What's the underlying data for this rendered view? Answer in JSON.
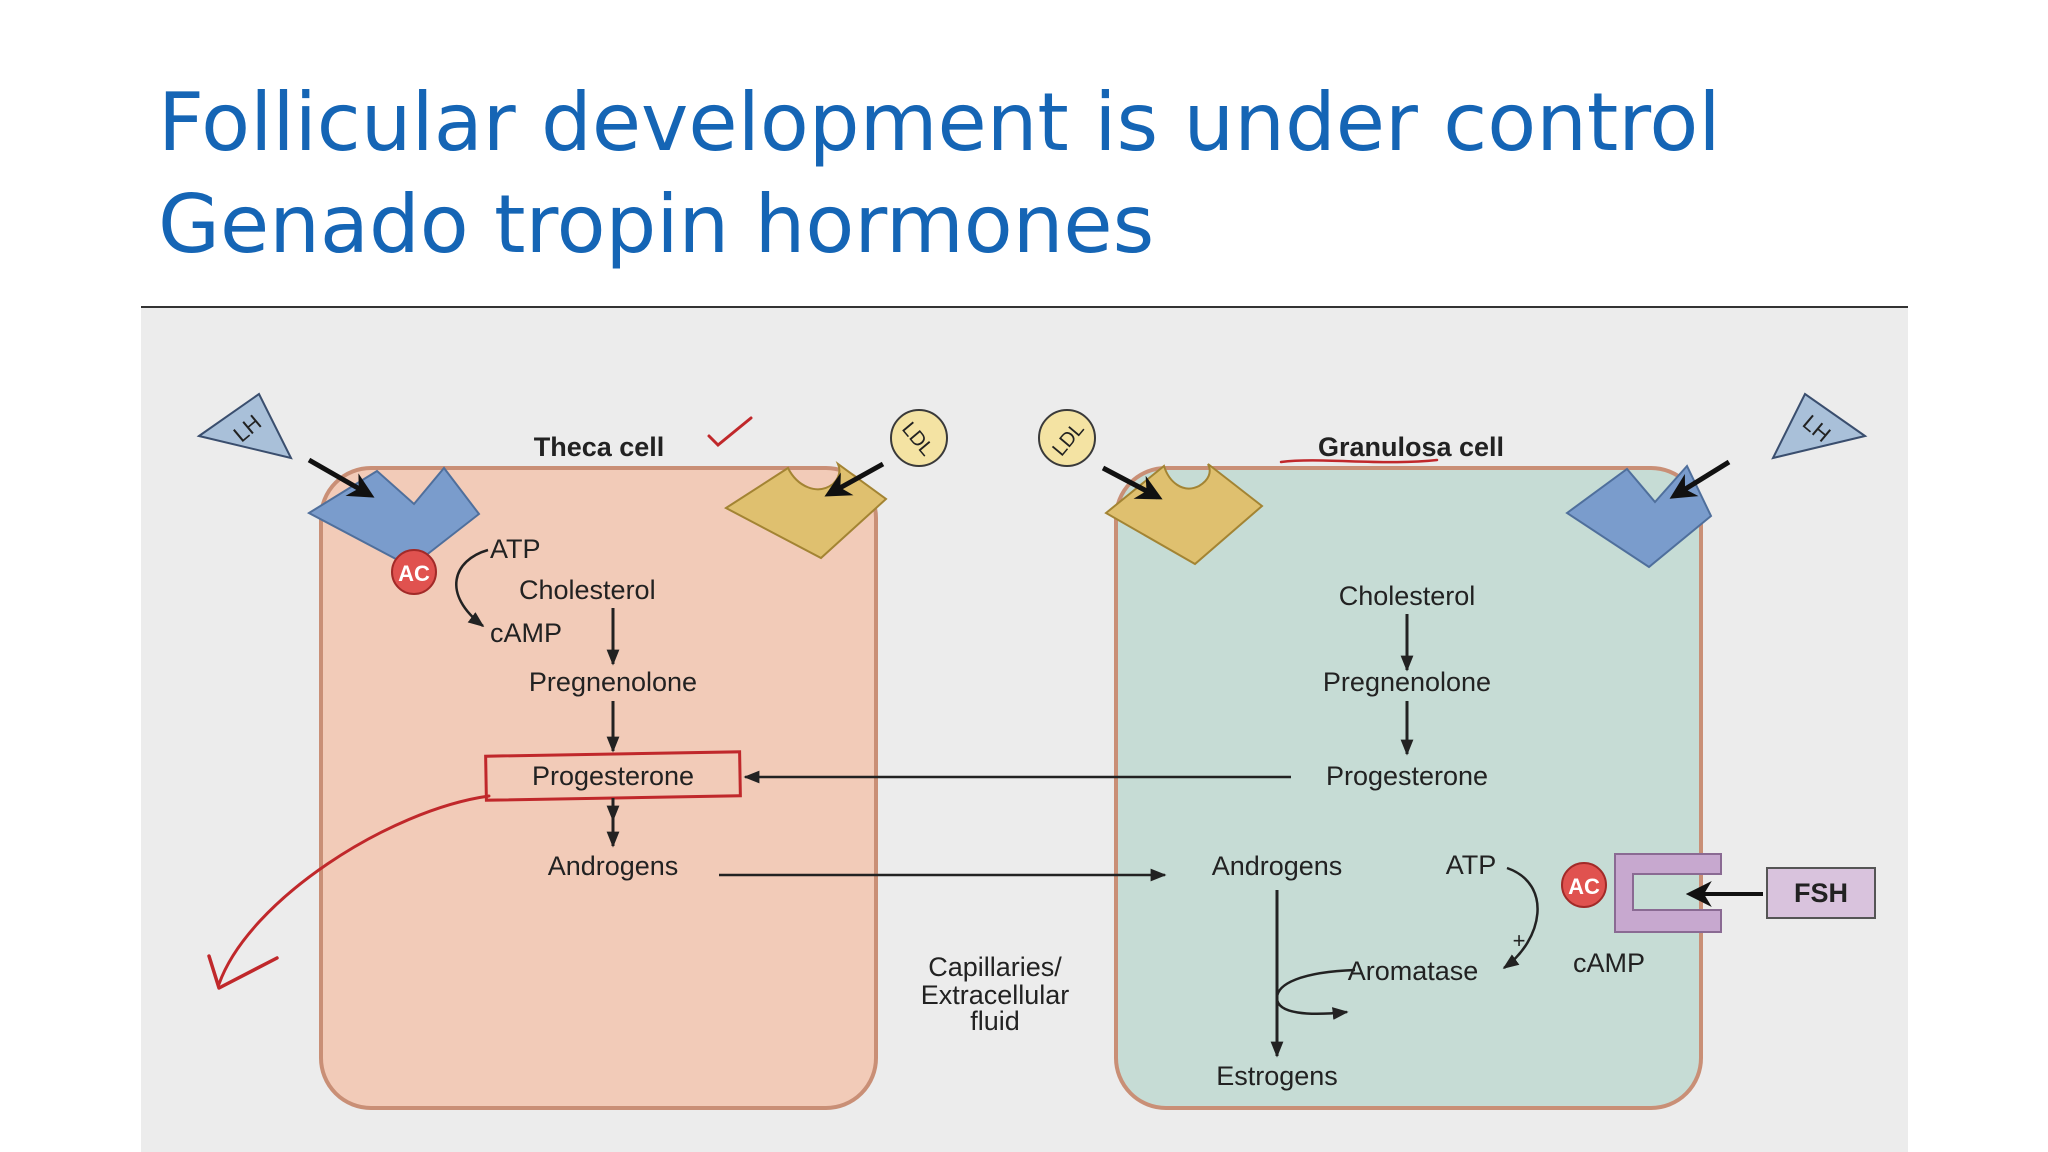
{
  "slide": {
    "title_line1": "Follicular development is under control",
    "title_line2": "Genado tropin hormones"
  },
  "diagram": {
    "theca": {
      "title": "Theca cell",
      "lh": "LH",
      "ldl": "LDL",
      "ac": "AC",
      "atp": "ATP",
      "camp": "cAMP",
      "cholesterol": "Cholesterol",
      "pregnenolone": "Pregnenolone",
      "progesterone": "Progesterone",
      "androgens": "Androgens"
    },
    "granulosa": {
      "title": "Granulosa cell",
      "lh": "LH",
      "ldl": "LDL",
      "ac": "AC",
      "atp": "ATP",
      "camp": "cAMP",
      "plus": "+",
      "fsh": "FSH",
      "cholesterol": "Cholesterol",
      "pregnenolone": "Pregnenolone",
      "progesterone": "Progesterone",
      "androgens": "Androgens",
      "aromatase": "Aromatase",
      "estrogens": "Estrogens"
    },
    "capillaries": {
      "line1": "Capillaries/",
      "line2": "Extracellular",
      "line3": "fluid"
    },
    "colors": {
      "theca_fill": "#f2cbb8",
      "theca_stroke": "#c98f76",
      "granulosa_fill": "#c6dcd5",
      "granulosa_stroke": "#c98f76",
      "lh_receptor": "#7a9ccc",
      "ldl_receptor": "#dfc06f",
      "fsh_receptor": "#c7a8cf",
      "ac_circle": "#e0524f",
      "annotation_red": "#c0282b",
      "title_blue": "#1565b5"
    }
  }
}
